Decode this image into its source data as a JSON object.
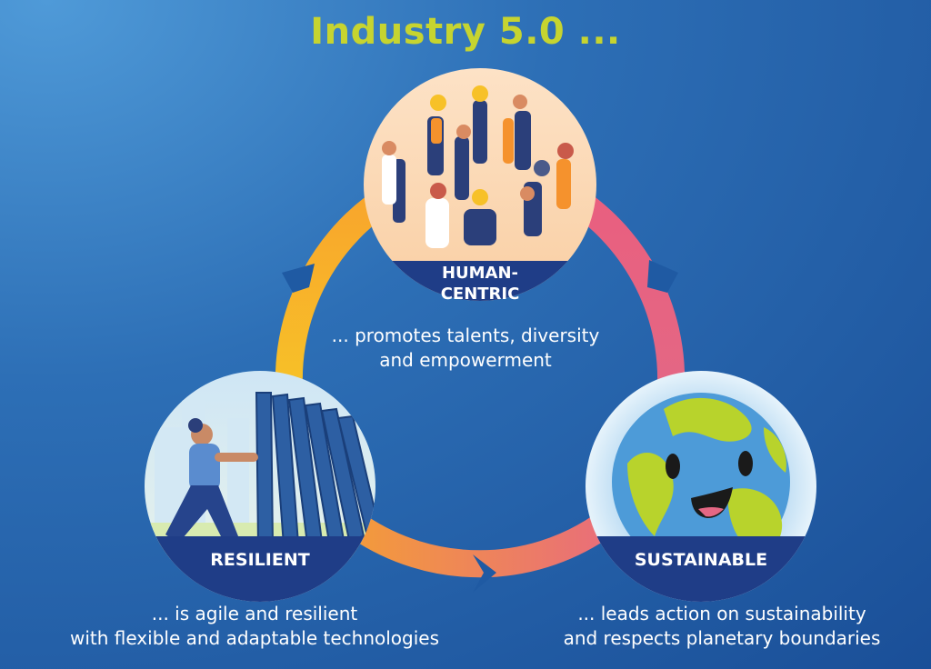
{
  "title": "Industry 5.0 ...",
  "colors": {
    "title": "#c6d430",
    "band": "#1f3d87",
    "arrow_yellow": "#f7b52b",
    "arrow_orange": "#f2944a",
    "arrow_pink": "#e3607e"
  },
  "nodes": [
    {
      "id": "human",
      "label_lines": [
        "HUMAN-",
        "CENTRIC"
      ],
      "caption_lines": [
        "... promotes talents, diversity",
        "and empowerment"
      ],
      "icon": "diverse-workers-illustration"
    },
    {
      "id": "resilient",
      "label_lines": [
        "RESILIENT"
      ],
      "caption_lines": [
        "... is agile and resilient",
        "with flexible and adaptable technologies"
      ],
      "icon": "woman-holding-dominoes-illustration"
    },
    {
      "id": "sustainable",
      "label_lines": [
        "SUSTAINABLE"
      ],
      "caption_lines": [
        "... leads action on sustainability",
        "and respects planetary boundaries"
      ],
      "icon": "smiling-earth-illustration"
    }
  ]
}
